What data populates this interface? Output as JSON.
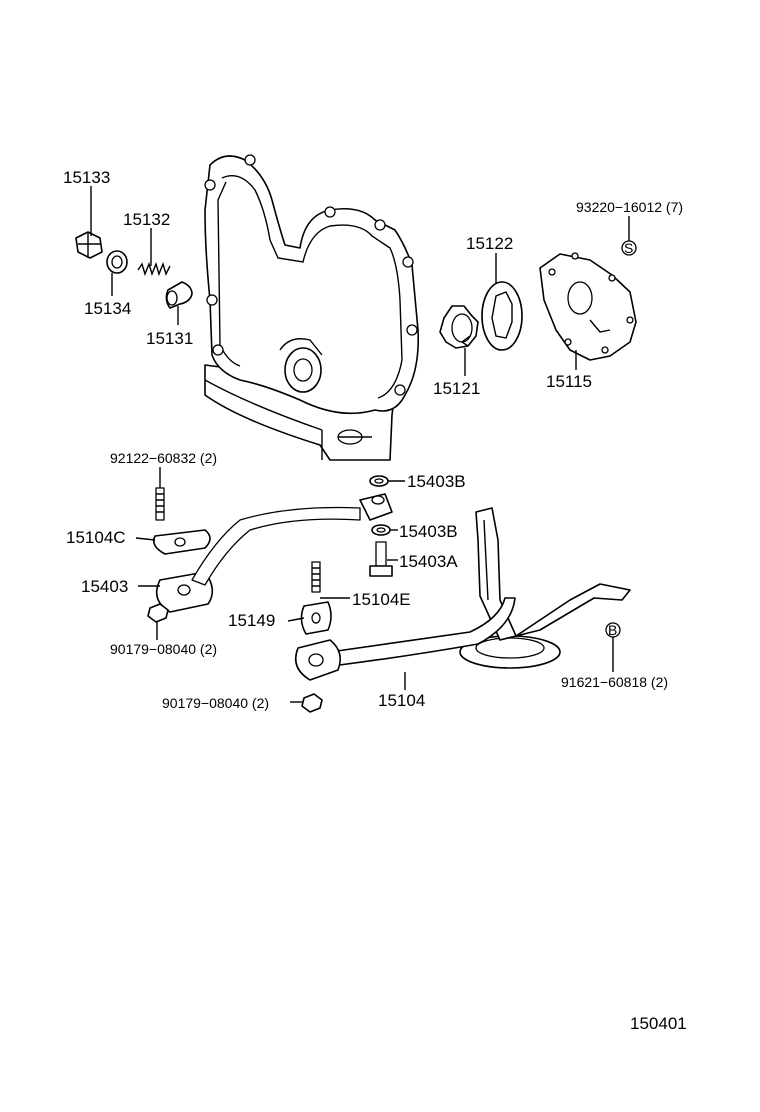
{
  "diagram_id": "150401",
  "parts": [
    {
      "id": "15133",
      "label": "15133"
    },
    {
      "id": "15132",
      "label": "15132"
    },
    {
      "id": "15134",
      "label": "15134"
    },
    {
      "id": "15131",
      "label": "15131"
    },
    {
      "id": "15122",
      "label": "15122"
    },
    {
      "id": "15121",
      "label": "15121"
    },
    {
      "id": "15115",
      "label": "15115"
    },
    {
      "id": "93220",
      "label": "93220−16012 (7)"
    },
    {
      "id": "92122",
      "label": "92122−60832 (2)"
    },
    {
      "id": "15403B-upper",
      "label": "15403B"
    },
    {
      "id": "15403B-lower",
      "label": "15403B"
    },
    {
      "id": "15403A",
      "label": "15403A"
    },
    {
      "id": "15104C",
      "label": "15104C"
    },
    {
      "id": "15403",
      "label": "15403"
    },
    {
      "id": "15104E",
      "label": "15104E"
    },
    {
      "id": "15149",
      "label": "15149"
    },
    {
      "id": "90179-a",
      "label": "90179−08040 (2)"
    },
    {
      "id": "90179-b",
      "label": "90179−08040 (2)"
    },
    {
      "id": "15104",
      "label": "15104"
    },
    {
      "id": "91621",
      "label": "91621−60818 (2)"
    }
  ],
  "symbols": {
    "s_marker": "S",
    "b_marker": "B"
  }
}
